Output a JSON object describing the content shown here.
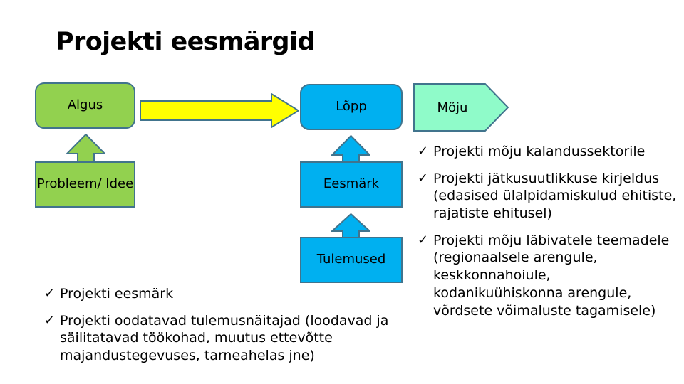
{
  "slide": {
    "title": "Projekti eesmärgid",
    "background": "#FFFFFF"
  },
  "colors": {
    "green_fill": "#92D14F",
    "blue_fill": "#00B0F0",
    "mint_fill": "#8FFBC9",
    "yellow_fill": "#FFFF00",
    "outline": "#41748D",
    "text": "#000000"
  },
  "diagram": {
    "nodes": [
      {
        "id": "algus",
        "label": "Algus",
        "shape": "rounded-rect",
        "fill": "#92D14F"
      },
      {
        "id": "lopp",
        "label": "Lõpp",
        "shape": "rounded-rect",
        "fill": "#00B0F0"
      },
      {
        "id": "moju",
        "label": "Mõju",
        "shape": "pentagon",
        "fill": "#8FFBC9"
      },
      {
        "id": "probleem",
        "label": "Probleem/ Idee",
        "shape": "rect",
        "fill": "#92D14F"
      },
      {
        "id": "eesmark",
        "label": "Eesmärk",
        "shape": "rect",
        "fill": "#00B0F0"
      },
      {
        "id": "tulemused",
        "label": "Tulemused",
        "shape": "rect",
        "fill": "#00B0F0"
      }
    ],
    "connectors": [
      {
        "id": "algus-to-lopp",
        "shape": "right-arrow",
        "fill": "#FFFF00"
      },
      {
        "id": "probleem-to-algus",
        "shape": "up-arrow",
        "fill": "#92D14F"
      },
      {
        "id": "eesmark-to-lopp",
        "shape": "up-arrow",
        "fill": "#00B0F0"
      },
      {
        "id": "tulemused-to-eesmark",
        "shape": "up-arrow",
        "fill": "#00B0F0"
      }
    ]
  },
  "bullets_left": {
    "marker": "✓",
    "items": [
      "Projekti eesmärk",
      "Projekti oodatavad tulemusnäitajad (loodavad ja säilitatavad töökohad, muutus ettevõtte majandustegevuses, tarneahelas jne)"
    ]
  },
  "bullets_right": {
    "marker": "✓",
    "items": [
      "Projekti mõju kalandussektorile",
      "Projekti jätkusuutlikkuse kirjeldus (edasised ülalpidamiskulud ehitiste, rajatiste ehitusel)",
      "Projekti mõju läbivatele teemadele (regionaalsele arengule, keskkonnahoiule, kodanikuühiskonna arengule, võrdsete võimaluste tagamisele)"
    ]
  }
}
